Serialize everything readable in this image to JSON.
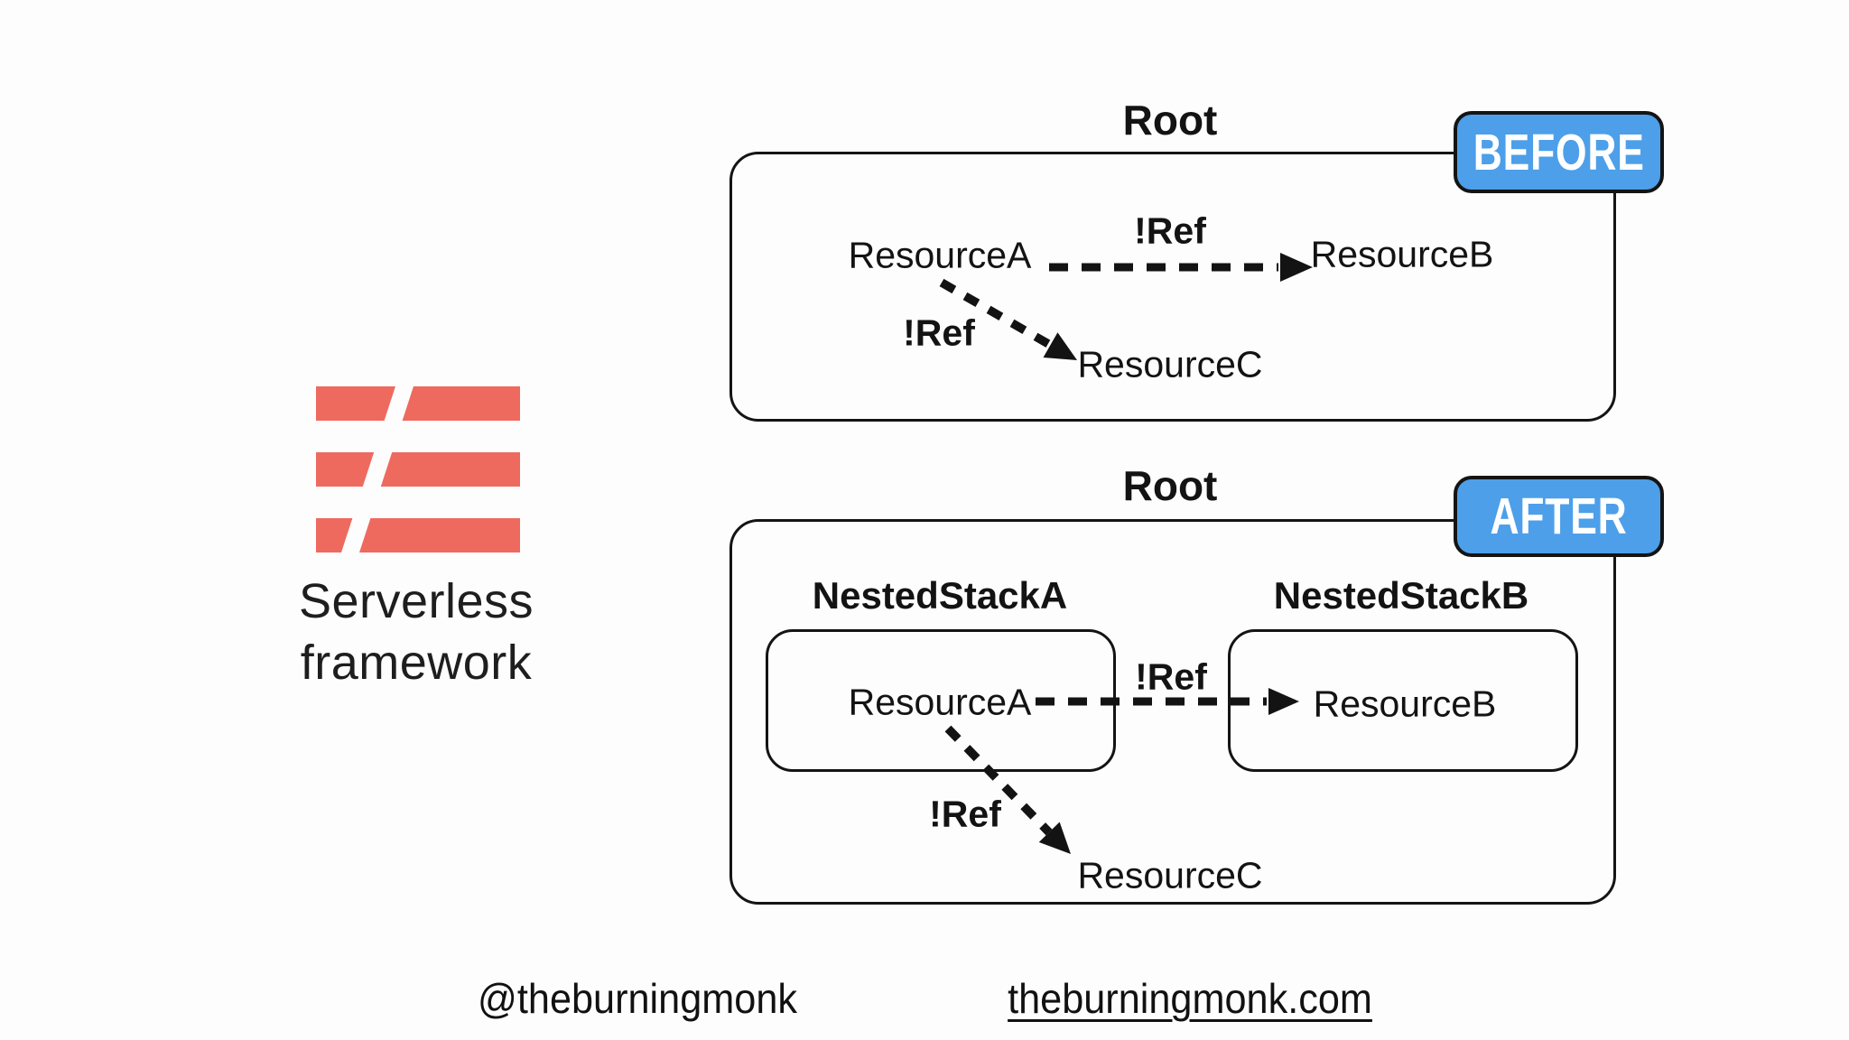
{
  "slide": {
    "background": "#fdfdfd"
  },
  "colors": {
    "accent_blue": "#4d9fe9",
    "logo_red": "#ee6a5f",
    "ink": "#131313"
  },
  "logo": {
    "caption_line1": "Serverless",
    "caption_line2": "framework"
  },
  "before": {
    "badge_label": "BEFORE",
    "root_label": "Root",
    "resource_a": "ResourceA",
    "resource_b": "ResourceB",
    "resource_c": "ResourceC",
    "ref_ab_label": "!Ref",
    "ref_ac_label": "!Ref"
  },
  "after": {
    "badge_label": "AFTER",
    "root_label": "Root",
    "nested_stack_a_label": "NestedStackA",
    "nested_stack_b_label": "NestedStackB",
    "resource_a": "ResourceA",
    "resource_b": "ResourceB",
    "resource_c": "ResourceC",
    "ref_ab_label": "!Ref",
    "ref_ac_label": "!Ref"
  },
  "footer": {
    "handle": "@theburningmonk",
    "website": "theburningmonk.com"
  }
}
